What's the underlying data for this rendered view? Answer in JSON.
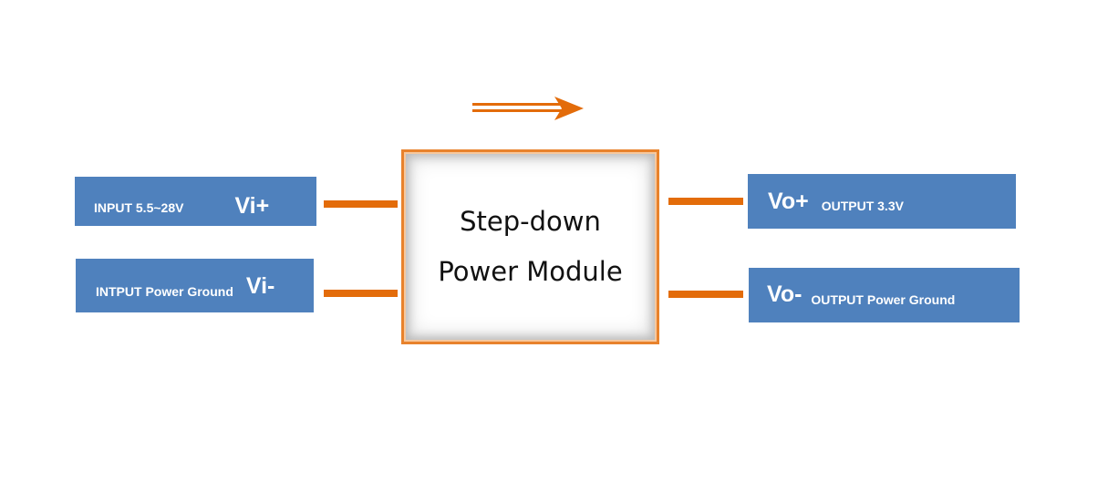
{
  "module": {
    "line1": "Step-down",
    "line2": "Power Module"
  },
  "terminals": {
    "vin_plus": {
      "label": "INPUT  5.5~28V",
      "pin": "Vi+"
    },
    "vin_minus": {
      "label": "INTPUT Power Ground",
      "pin": "Vi-"
    },
    "vout_plus": {
      "pin": "Vo+",
      "label": "OUTPUT  3.3V"
    },
    "vout_minus": {
      "pin": "Vo-",
      "label": "OUTPUT Power Ground"
    }
  },
  "colors": {
    "terminal_fill": "#4f81bd",
    "wire": "#e36c0a",
    "module_border": "#e8822c",
    "arrow": "#e36c0a"
  },
  "icons": {
    "flow_arrow": "double-line-right-arrow-icon"
  }
}
